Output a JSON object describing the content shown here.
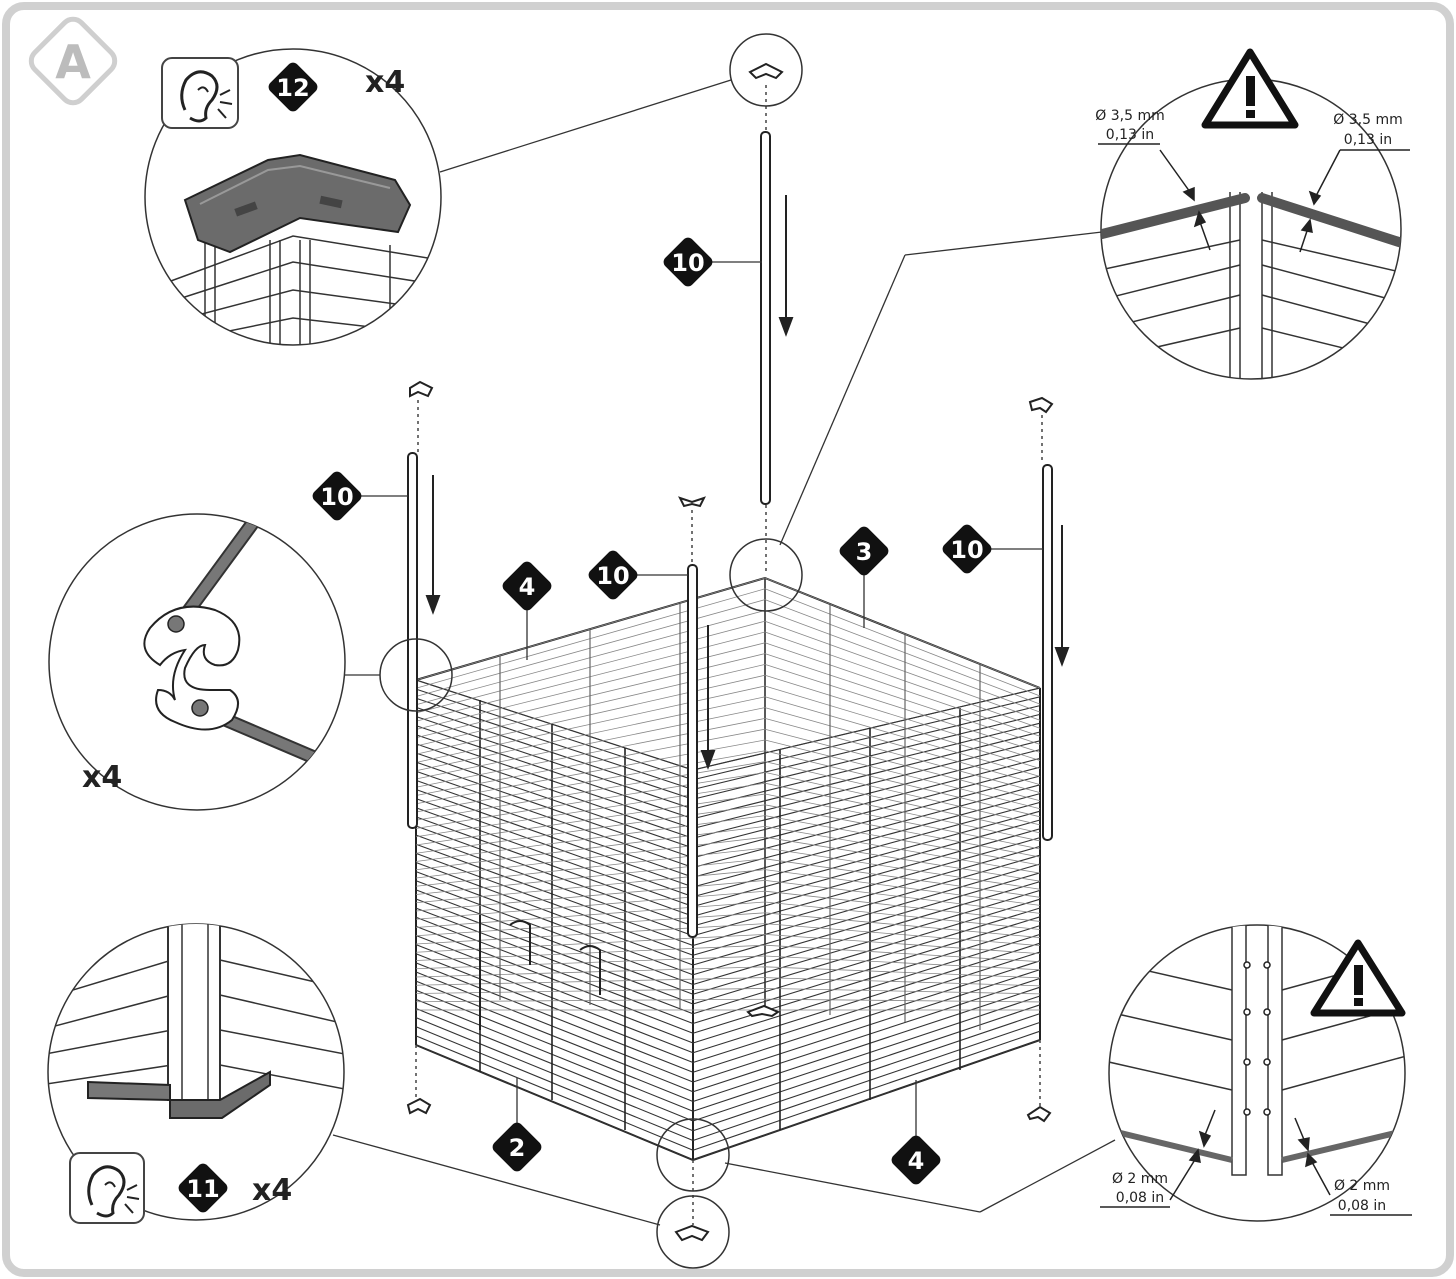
{
  "step": {
    "letter": "A"
  },
  "callouts": {
    "top_left_qty": "x4",
    "left_mid_qty": "x4",
    "bottom_left_qty": "x4"
  },
  "part_numbers": {
    "p12": "12",
    "p10_top": "10",
    "p10_left": "10",
    "p10_mid": "10",
    "p10_right": "10",
    "p4_back": "4",
    "p3": "3",
    "p2": "2",
    "p4_front": "4",
    "p11": "11"
  },
  "dimensions": {
    "top_left_mm": "Ø 3,5 mm",
    "top_left_in": "0,13 in",
    "top_right_mm": "Ø 3,5 mm",
    "top_right_in": "0,13 in",
    "bottom_left_mm": "Ø 2 mm",
    "bottom_left_in": "0,08 in",
    "bottom_right_mm": "Ø 2 mm",
    "bottom_right_in": "0,08 in"
  },
  "icons": {
    "listen": "ear-click-icon",
    "warning": "warning-triangle-icon"
  }
}
